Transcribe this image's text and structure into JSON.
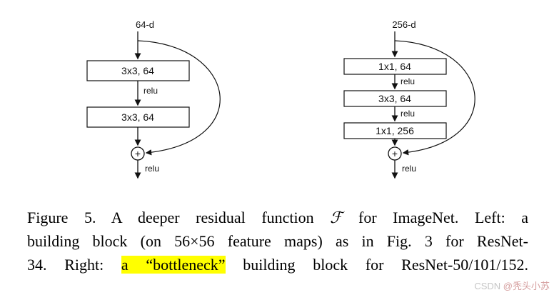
{
  "figure": {
    "left": {
      "input_label": "64-d",
      "box1": "3x3, 64",
      "relu1": "relu",
      "box2": "3x3, 64",
      "plus": "+",
      "relu2": "relu"
    },
    "right": {
      "input_label": "256-d",
      "box1": "1x1, 64",
      "relu1": "relu",
      "box2": "3x3, 64",
      "relu2": "relu",
      "box3": "1x1, 256",
      "plus": "+",
      "relu3": "relu"
    }
  },
  "caption": {
    "line1_pre": "Figure 5. A deeper residual function ",
    "line1_math": "ℱ",
    "line1_post": " for ImageNet. Left: a",
    "line2": "building block (on 56×56 feature maps) as in Fig. 3 for ResNet-",
    "line3_pre": "34. Right: ",
    "line3_highlight": "a “bottleneck”",
    "line3_post": " building block for ResNet-50/101/152."
  },
  "watermark": {
    "site": "CSDN ",
    "handle": "@秃头小苏"
  }
}
